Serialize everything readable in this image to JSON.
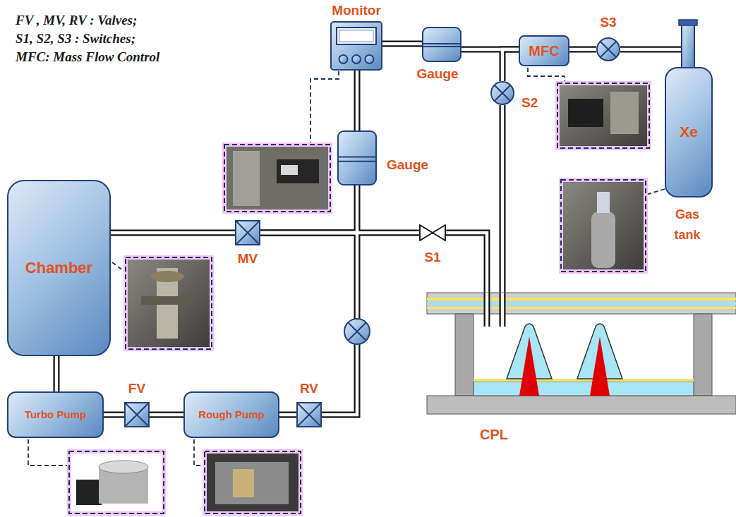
{
  "diagram": {
    "nodes": [
      {
        "text": [
          "Monitor"
        ]
      },
      {
        "text": [
          "Gauge"
        ]
      },
      {
        "text": [
          "Gauge"
        ]
      },
      {
        "text": [
          "MFC"
        ]
      },
      {
        "text": [
          "S3"
        ]
      },
      {
        "text": [
          "Xe"
        ]
      },
      {
        "text": [
          "S2"
        ]
      },
      {
        "text": [
          "Chamber"
        ]
      },
      {
        "text": [
          "MV"
        ]
      },
      {
        "text": [
          "S1"
        ]
      },
      {
        "text": [
          "Turbo Pump"
        ]
      },
      {
        "text": [
          "FV"
        ]
      },
      {
        "text": [
          "Rough Pump"
        ]
      },
      {
        "text": [
          "RV"
        ]
      },
      {
        "text": [
          "CPL"
        ]
      }
    ],
    "edges": [
      {
        "from": 0,
        "to": 1,
        "arrow": "none"
      },
      {
        "from": 0,
        "to": 2,
        "arrow": "none"
      },
      {
        "from": 1,
        "to": 3,
        "arrow": "none"
      },
      {
        "from": 3,
        "to": 4,
        "arrow": "none"
      },
      {
        "from": 4,
        "to": 5,
        "arrow": "none"
      },
      {
        "from": 3,
        "to": 6,
        "arrow": "none"
      },
      {
        "from": 6,
        "to": 14,
        "arrow": "none"
      },
      {
        "from": 7,
        "to": 8,
        "arrow": "none"
      },
      {
        "from": 8,
        "to": 9,
        "arrow": "none"
      },
      {
        "from": 2,
        "to": 8,
        "arrow": "none"
      },
      {
        "from": 8,
        "to": 13,
        "arrow": "none"
      },
      {
        "from": 9,
        "to": 14,
        "arrow": "none"
      },
      {
        "from": 7,
        "to": 10,
        "arrow": "none"
      },
      {
        "from": 10,
        "to": 11,
        "arrow": "none"
      },
      {
        "from": 11,
        "to": 12,
        "arrow": "none"
      },
      {
        "from": 12,
        "to": 13,
        "arrow": "none"
      }
    ],
    "labels": [
      "FV , MV, RV : Valves;",
      "S1, S2, S3 : Switches;",
      "MFC: Mass Flow Control",
      "Gas tank"
    ]
  }
}
